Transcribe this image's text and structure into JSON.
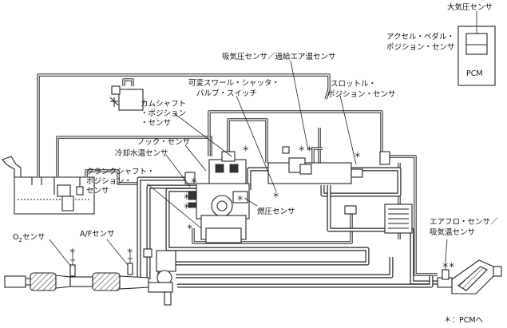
{
  "labels": {
    "baro_sensor": "大気圧センサ",
    "app_sensor_1": "アクセル・ペダル・",
    "app_sensor_2": "ポジション・センサ",
    "pcm": "PCM",
    "map_iat_sensor": "吸気圧センサ／過給エア温センサ",
    "swirl_switch_1": "可変スワール・シャッタ・",
    "swirl_switch_2": "バルブ・スイッチ",
    "throttle_sensor_1": "スロットル・",
    "throttle_sensor_2": "ポジション・センサ",
    "cam_sensor_1": "カムシャフト",
    "cam_sensor_2": "・ポジション",
    "cam_sensor_3": "・センサ",
    "knock_sensor": "ノック・センサ",
    "ect_sensor": "冷却水温センサ",
    "crank_sensor_1": "クランクシャフト・",
    "crank_sensor_2": "ポジション・",
    "crank_sensor_3": "センサ",
    "fuel_pressure_sensor": "燃圧センサ",
    "o2_sensor_prefix": "O",
    "o2_sensor_sub": "2",
    "o2_sensor_suffix": "センサ",
    "af_sensor": "A/Fセンサ",
    "airflow_sensor_1": "エアフロ・センサ／",
    "airflow_sensor_2": "吸気温センサ",
    "legend": "＊：PCMへ"
  },
  "marker": "＊"
}
